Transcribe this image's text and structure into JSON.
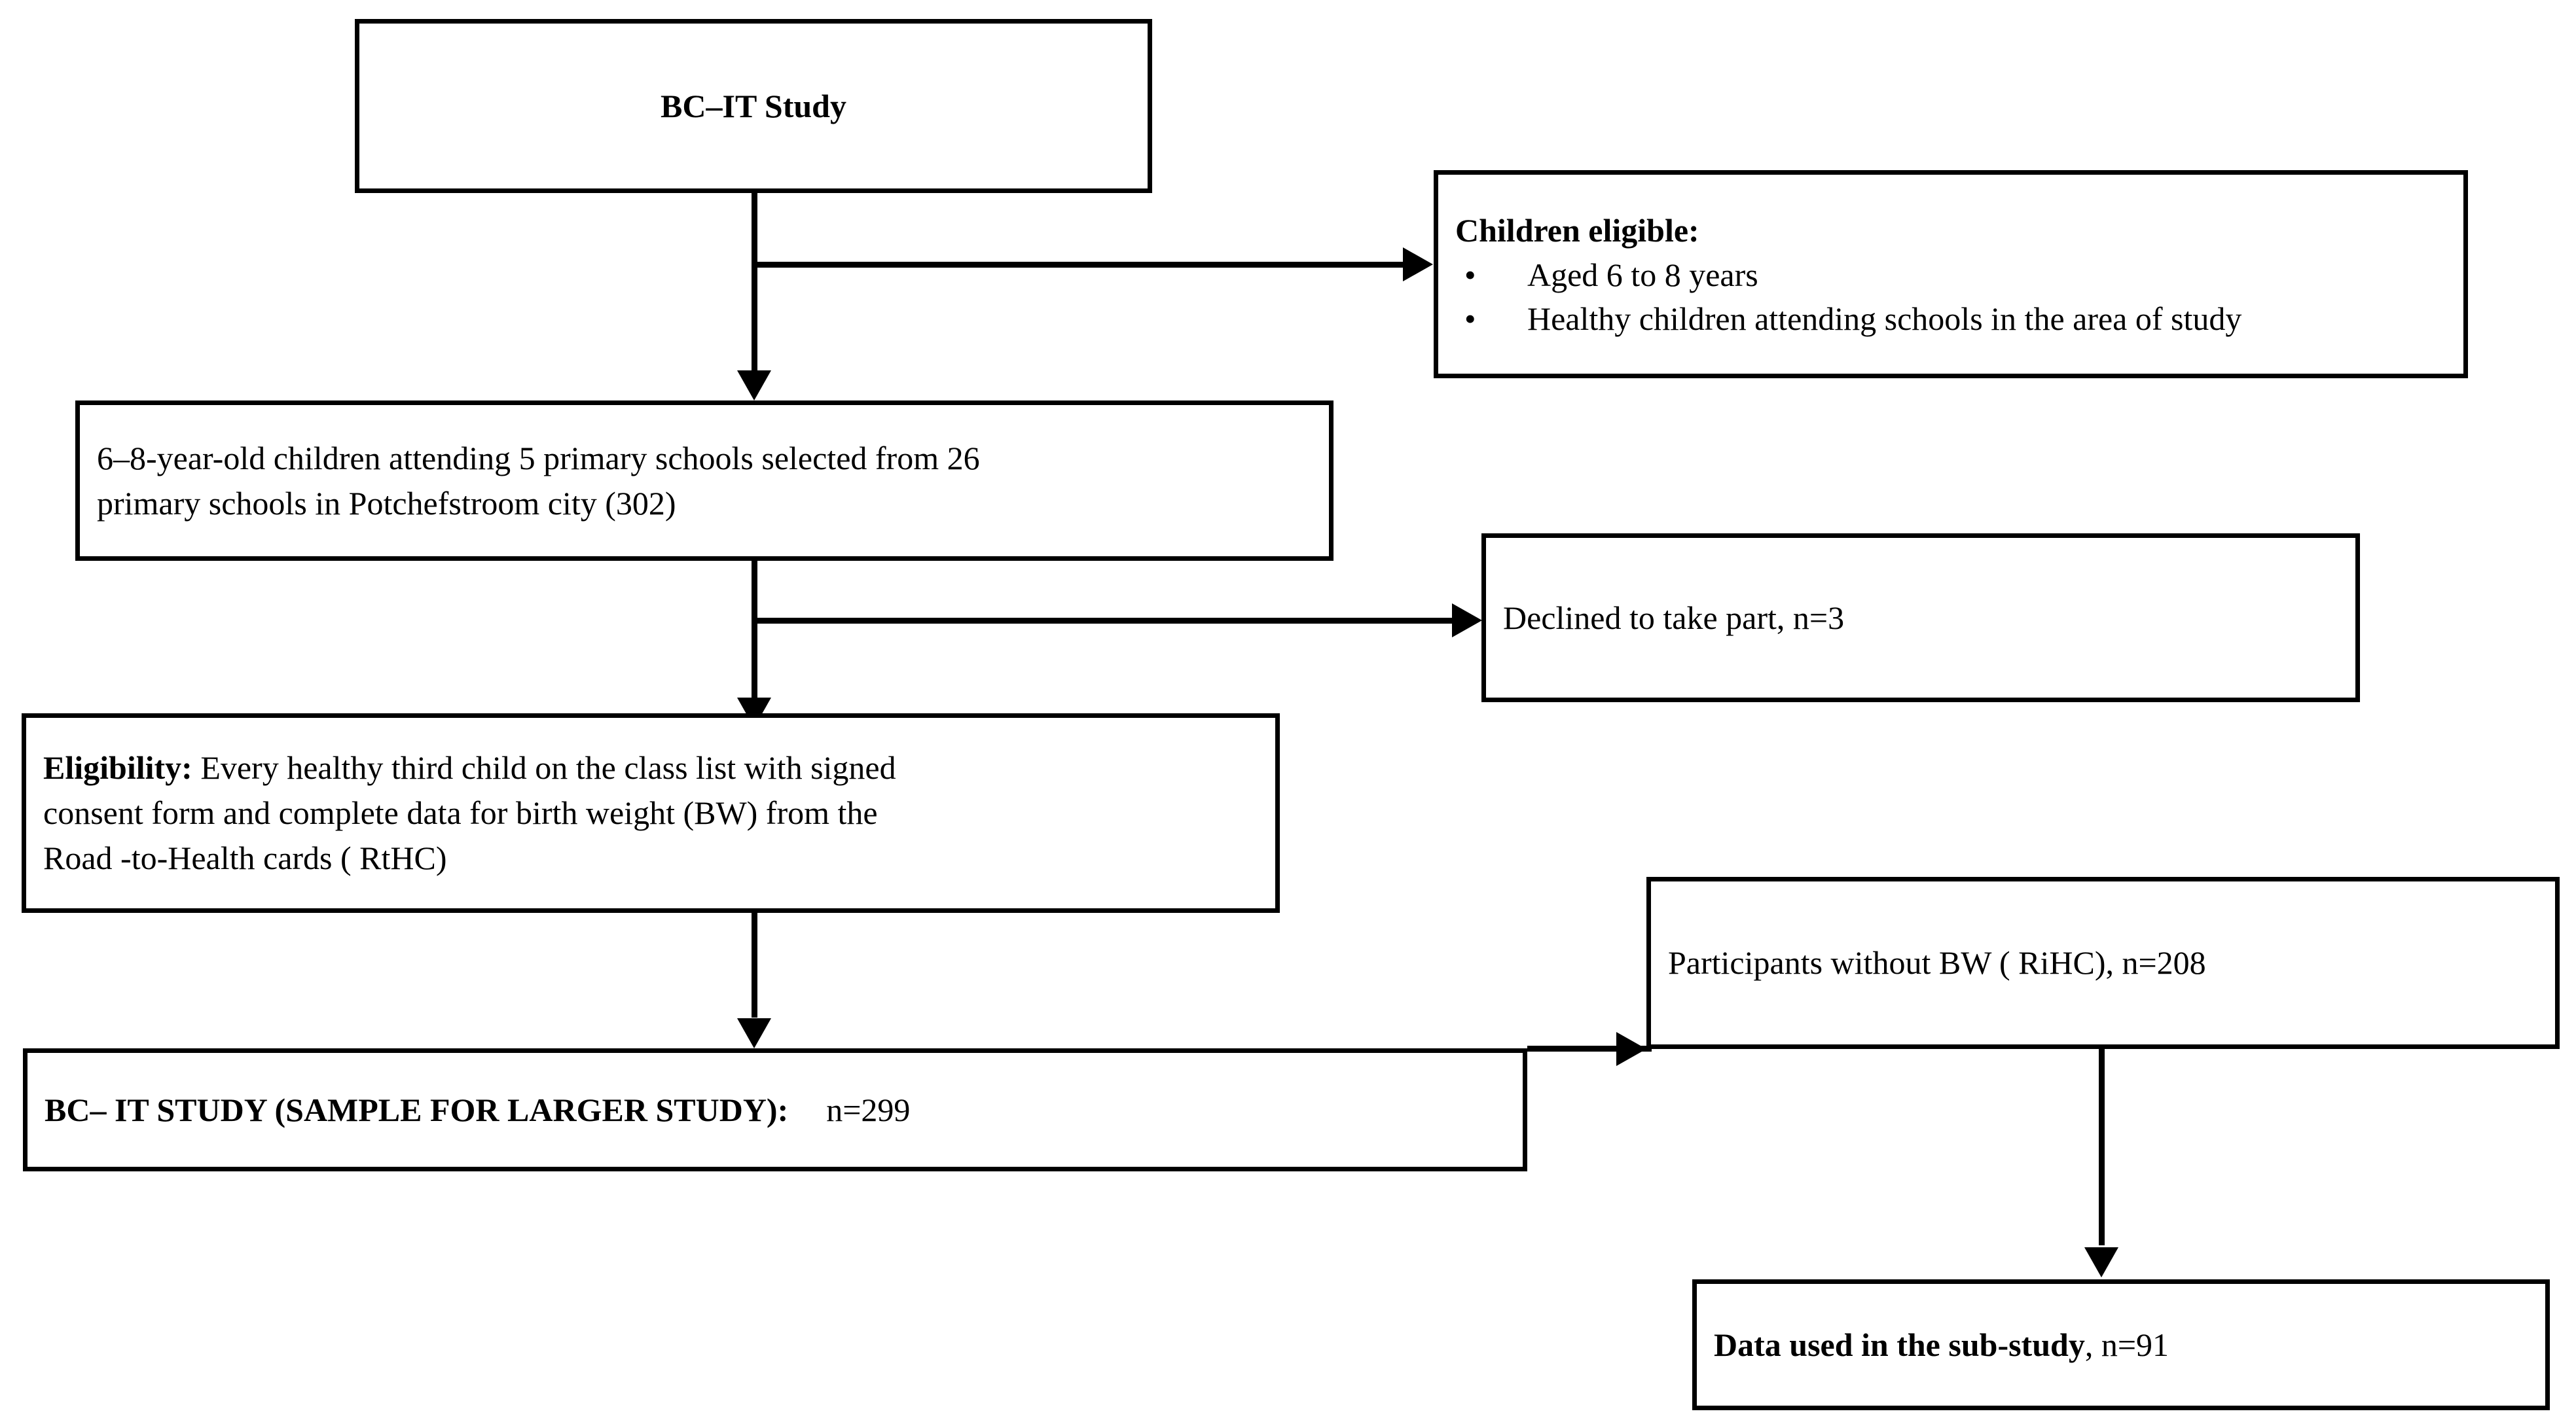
{
  "diagram": {
    "title": "BC-IT Study participant flow diagram",
    "background_color": "#ffffff",
    "line_color": "#000000",
    "nodes": {
      "bcit_study": {
        "label": "BC–IT Study"
      },
      "children_eligible": {
        "heading": "Children eligible:",
        "bullet_marker": "•",
        "bullets": [
          "Aged 6 to 8 years",
          "Healthy children attending schools in the area of study"
        ]
      },
      "school_sample": {
        "line1": "6–8-year-old children attending 5 primary schools selected from 26",
        "line2": "primary schools in Potchefstroom city (302)"
      },
      "declined": {
        "label": "Declined to take part, n=3"
      },
      "eligibility": {
        "heading": "Eligibility:",
        "line1": " Every healthy third child on the class list with signed",
        "line2": "consent form and complete data for birth weight (BW) from the",
        "line3": "Road -to-Health cards ( RtHC)"
      },
      "without_bw": {
        "label": "Participants without BW ( RiHC), n=208"
      },
      "larger_study": {
        "heading": "BC– IT STUDY (SAMPLE FOR LARGER STUDY):",
        "count": "n=299"
      },
      "substudy": {
        "heading": "Data used in the sub-study",
        "count": ", n=91"
      }
    }
  }
}
